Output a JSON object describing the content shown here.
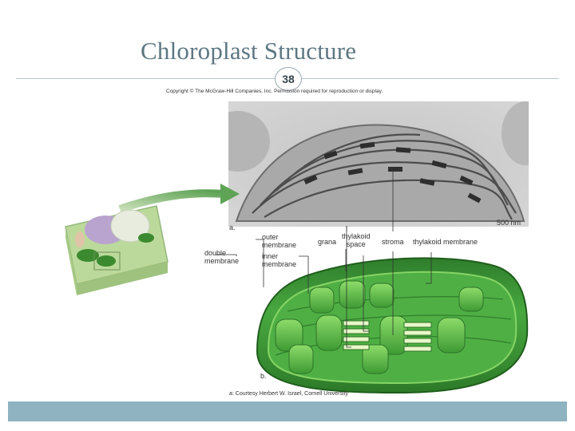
{
  "slide": {
    "title": "Chloroplast Structure",
    "number": "38",
    "copyright": "Copyright © The McGraw-Hill Companies, Inc. Permission required for reproduction or display."
  },
  "figure": {
    "panel_a_label": "a.",
    "panel_b_label": "b.",
    "scale_bar": "500 nm",
    "labels": {
      "double_membrane": [
        "double",
        "membrane"
      ],
      "outer_membrane": [
        "outer",
        "membrane"
      ],
      "inner_membrane": [
        "inner",
        "membrane"
      ],
      "grana": "grana",
      "thylakoid_space": [
        "thylakoid",
        "space"
      ],
      "stroma": "stroma",
      "thylakoid_membrane": "thylakoid membrane"
    },
    "credit": "a: Courtesy Herbert W. Israel, Cornell University"
  },
  "colors": {
    "title": "#5d7782",
    "footer_bar": "#8fb3c1",
    "chloroplast_green": "#3f9e3a"
  }
}
